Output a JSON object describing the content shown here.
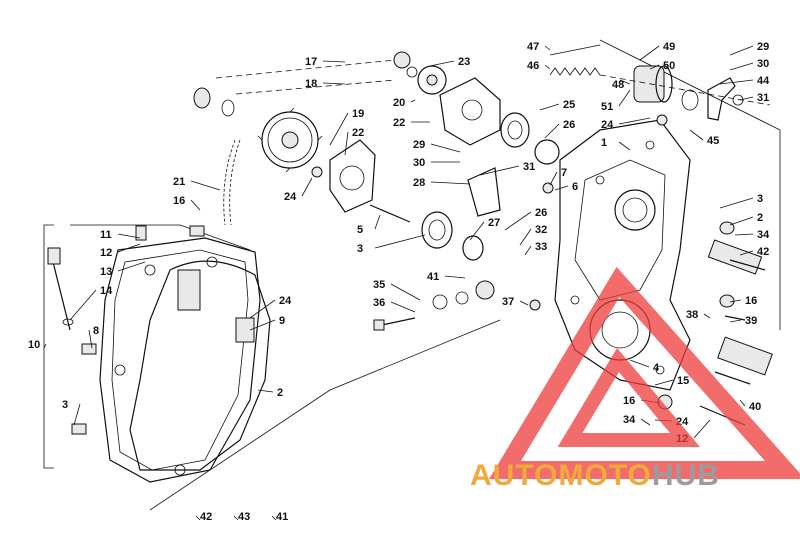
{
  "callouts": [
    "17",
    "18",
    "23",
    "47",
    "46",
    "49",
    "50",
    "48",
    "29",
    "30",
    "44",
    "31",
    "20",
    "22",
    "19",
    "22",
    "25",
    "26",
    "51",
    "24",
    "1",
    "45",
    "21",
    "24",
    "29",
    "30",
    "31",
    "28",
    "7",
    "6",
    "16",
    "3",
    "2",
    "11",
    "12",
    "13",
    "14",
    "5",
    "3",
    "27",
    "26",
    "32",
    "33",
    "34",
    "42",
    "41",
    "35",
    "36",
    "37",
    "24",
    "9",
    "10",
    "8",
    "16",
    "38",
    "39",
    "2",
    "3",
    "4",
    "15",
    "16",
    "34",
    "24",
    "12",
    "40",
    "42",
    "43",
    "41"
  ],
  "watermark": {
    "part1": "AUTO",
    "part2": "MOTO",
    "part3": "HUB",
    "color1": "#f0a93a",
    "color2": "#9c9c9c",
    "triangle_color": "#ee3b3b"
  }
}
